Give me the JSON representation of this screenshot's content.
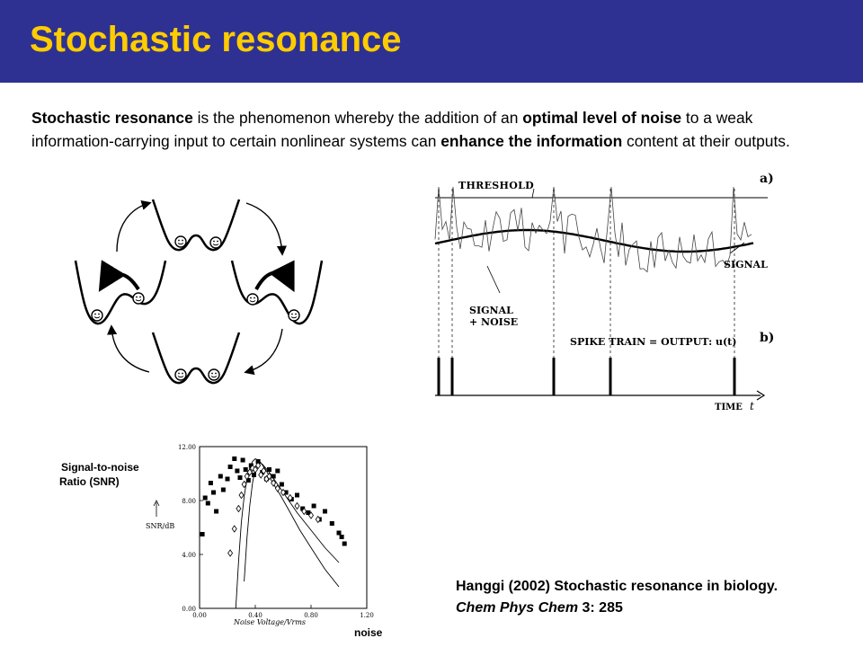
{
  "slide": {
    "title": "Stochastic resonance",
    "intro": [
      {
        "t": "Stochastic resonance",
        "b": true
      },
      {
        "t": " is the phenomenon whereby the addition of an ",
        "b": false
      },
      {
        "t": "optimal level of noise",
        "b": true
      },
      {
        "t": " to a weak information-carrying input to certain nonlinear systems can ",
        "b": false
      },
      {
        "t": "enhance the information",
        "b": true
      },
      {
        "t": " content at their outputs.",
        "b": false
      }
    ]
  },
  "figure_a": {
    "panel_a": "a)",
    "panel_b": "b)",
    "threshold": "THRESHOLD",
    "signal": "SIGNAL",
    "signal_noise_1": "SIGNAL",
    "signal_noise_2": "+ NOISE",
    "spike_train": "SPIKE TRAIN = OUTPUT: u(t)",
    "time": "TIME",
    "time_var": "t"
  },
  "snr_plot": {
    "ylabel_left_1": "Signal-to-noise",
    "ylabel_left_2": "Ratio (SNR)",
    "ylabel_axis": "SNR/dB",
    "xlabel_axis": "Noise Voltage/Vrms",
    "xlabel_below": "noise",
    "yticks": [
      "0.00",
      "4.00",
      "8.00",
      "12.00"
    ],
    "xticks": [
      "0.00",
      "0.40",
      "0.80",
      "1.20"
    ]
  },
  "chart_data": {
    "type": "scatter",
    "title": "",
    "xlabel": "Noise Voltage/Vrms",
    "ylabel": "SNR/dB",
    "xlim": [
      0,
      1.2
    ],
    "ylim": [
      0,
      12
    ],
    "series": [
      {
        "marker": "filled-square",
        "x": [
          0.02,
          0.04,
          0.06,
          0.08,
          0.1,
          0.12,
          0.15,
          0.17,
          0.2,
          0.22,
          0.25,
          0.27,
          0.29,
          0.31,
          0.33,
          0.35,
          0.37,
          0.39,
          0.42,
          0.45,
          0.48,
          0.5,
          0.53,
          0.56,
          0.59,
          0.62,
          0.66,
          0.7,
          0.74,
          0.78,
          0.82,
          0.86,
          0.9,
          0.95,
          1.0,
          1.02,
          1.04
        ],
        "y": [
          5.5,
          8.2,
          7.8,
          9.3,
          8.6,
          7.2,
          9.8,
          8.8,
          9.6,
          10.5,
          11.1,
          10.2,
          9.7,
          11.0,
          10.3,
          9.5,
          10.6,
          9.9,
          10.9,
          10.1,
          9.6,
          10.3,
          9.8,
          10.2,
          9.2,
          8.6,
          8.1,
          8.4,
          7.4,
          7.1,
          7.6,
          6.6,
          7.2,
          6.3,
          5.6,
          5.3,
          4.8
        ]
      },
      {
        "marker": "open-diamond",
        "x": [
          0.22,
          0.25,
          0.28,
          0.3,
          0.32,
          0.34,
          0.36,
          0.38,
          0.4,
          0.42,
          0.44,
          0.46,
          0.48,
          0.5,
          0.53,
          0.56,
          0.6,
          0.65,
          0.7,
          0.75,
          0.8,
          0.85
        ],
        "y": [
          4.1,
          5.9,
          7.4,
          8.4,
          9.2,
          9.8,
          10.1,
          10.4,
          10.3,
          10.6,
          9.9,
          10.2,
          9.6,
          9.8,
          9.3,
          8.9,
          8.6,
          8.2,
          7.6,
          7.2,
          6.9,
          6.6
        ]
      },
      {
        "marker": "line",
        "x": [
          0.26,
          0.28,
          0.3,
          0.32,
          0.34,
          0.36,
          0.38,
          0.4,
          0.42,
          0.44,
          0.48,
          0.52,
          0.58,
          0.64,
          0.72,
          0.8,
          0.9,
          1.0
        ],
        "y": [
          0,
          3.5,
          6.4,
          8.3,
          9.6,
          10.4,
          10.9,
          11.1,
          11.0,
          10.8,
          10.2,
          9.4,
          8.4,
          7.3,
          5.8,
          4.5,
          2.9,
          1.6
        ]
      },
      {
        "marker": "line",
        "x": [
          0.32,
          0.34,
          0.36,
          0.38,
          0.4,
          0.42,
          0.45,
          0.5,
          0.56,
          0.62,
          0.7,
          0.8,
          0.9,
          1.0
        ],
        "y": [
          2,
          5.2,
          7.6,
          9.3,
          10.4,
          10.8,
          10.7,
          10.1,
          9.2,
          8.3,
          7.1,
          5.8,
          4.5,
          3.4
        ]
      }
    ]
  },
  "citation": {
    "line1": "Hanggi (2002) Stochastic resonance in biology.",
    "journal": "Chem Phys Chem",
    "rest": " 3: 285"
  }
}
